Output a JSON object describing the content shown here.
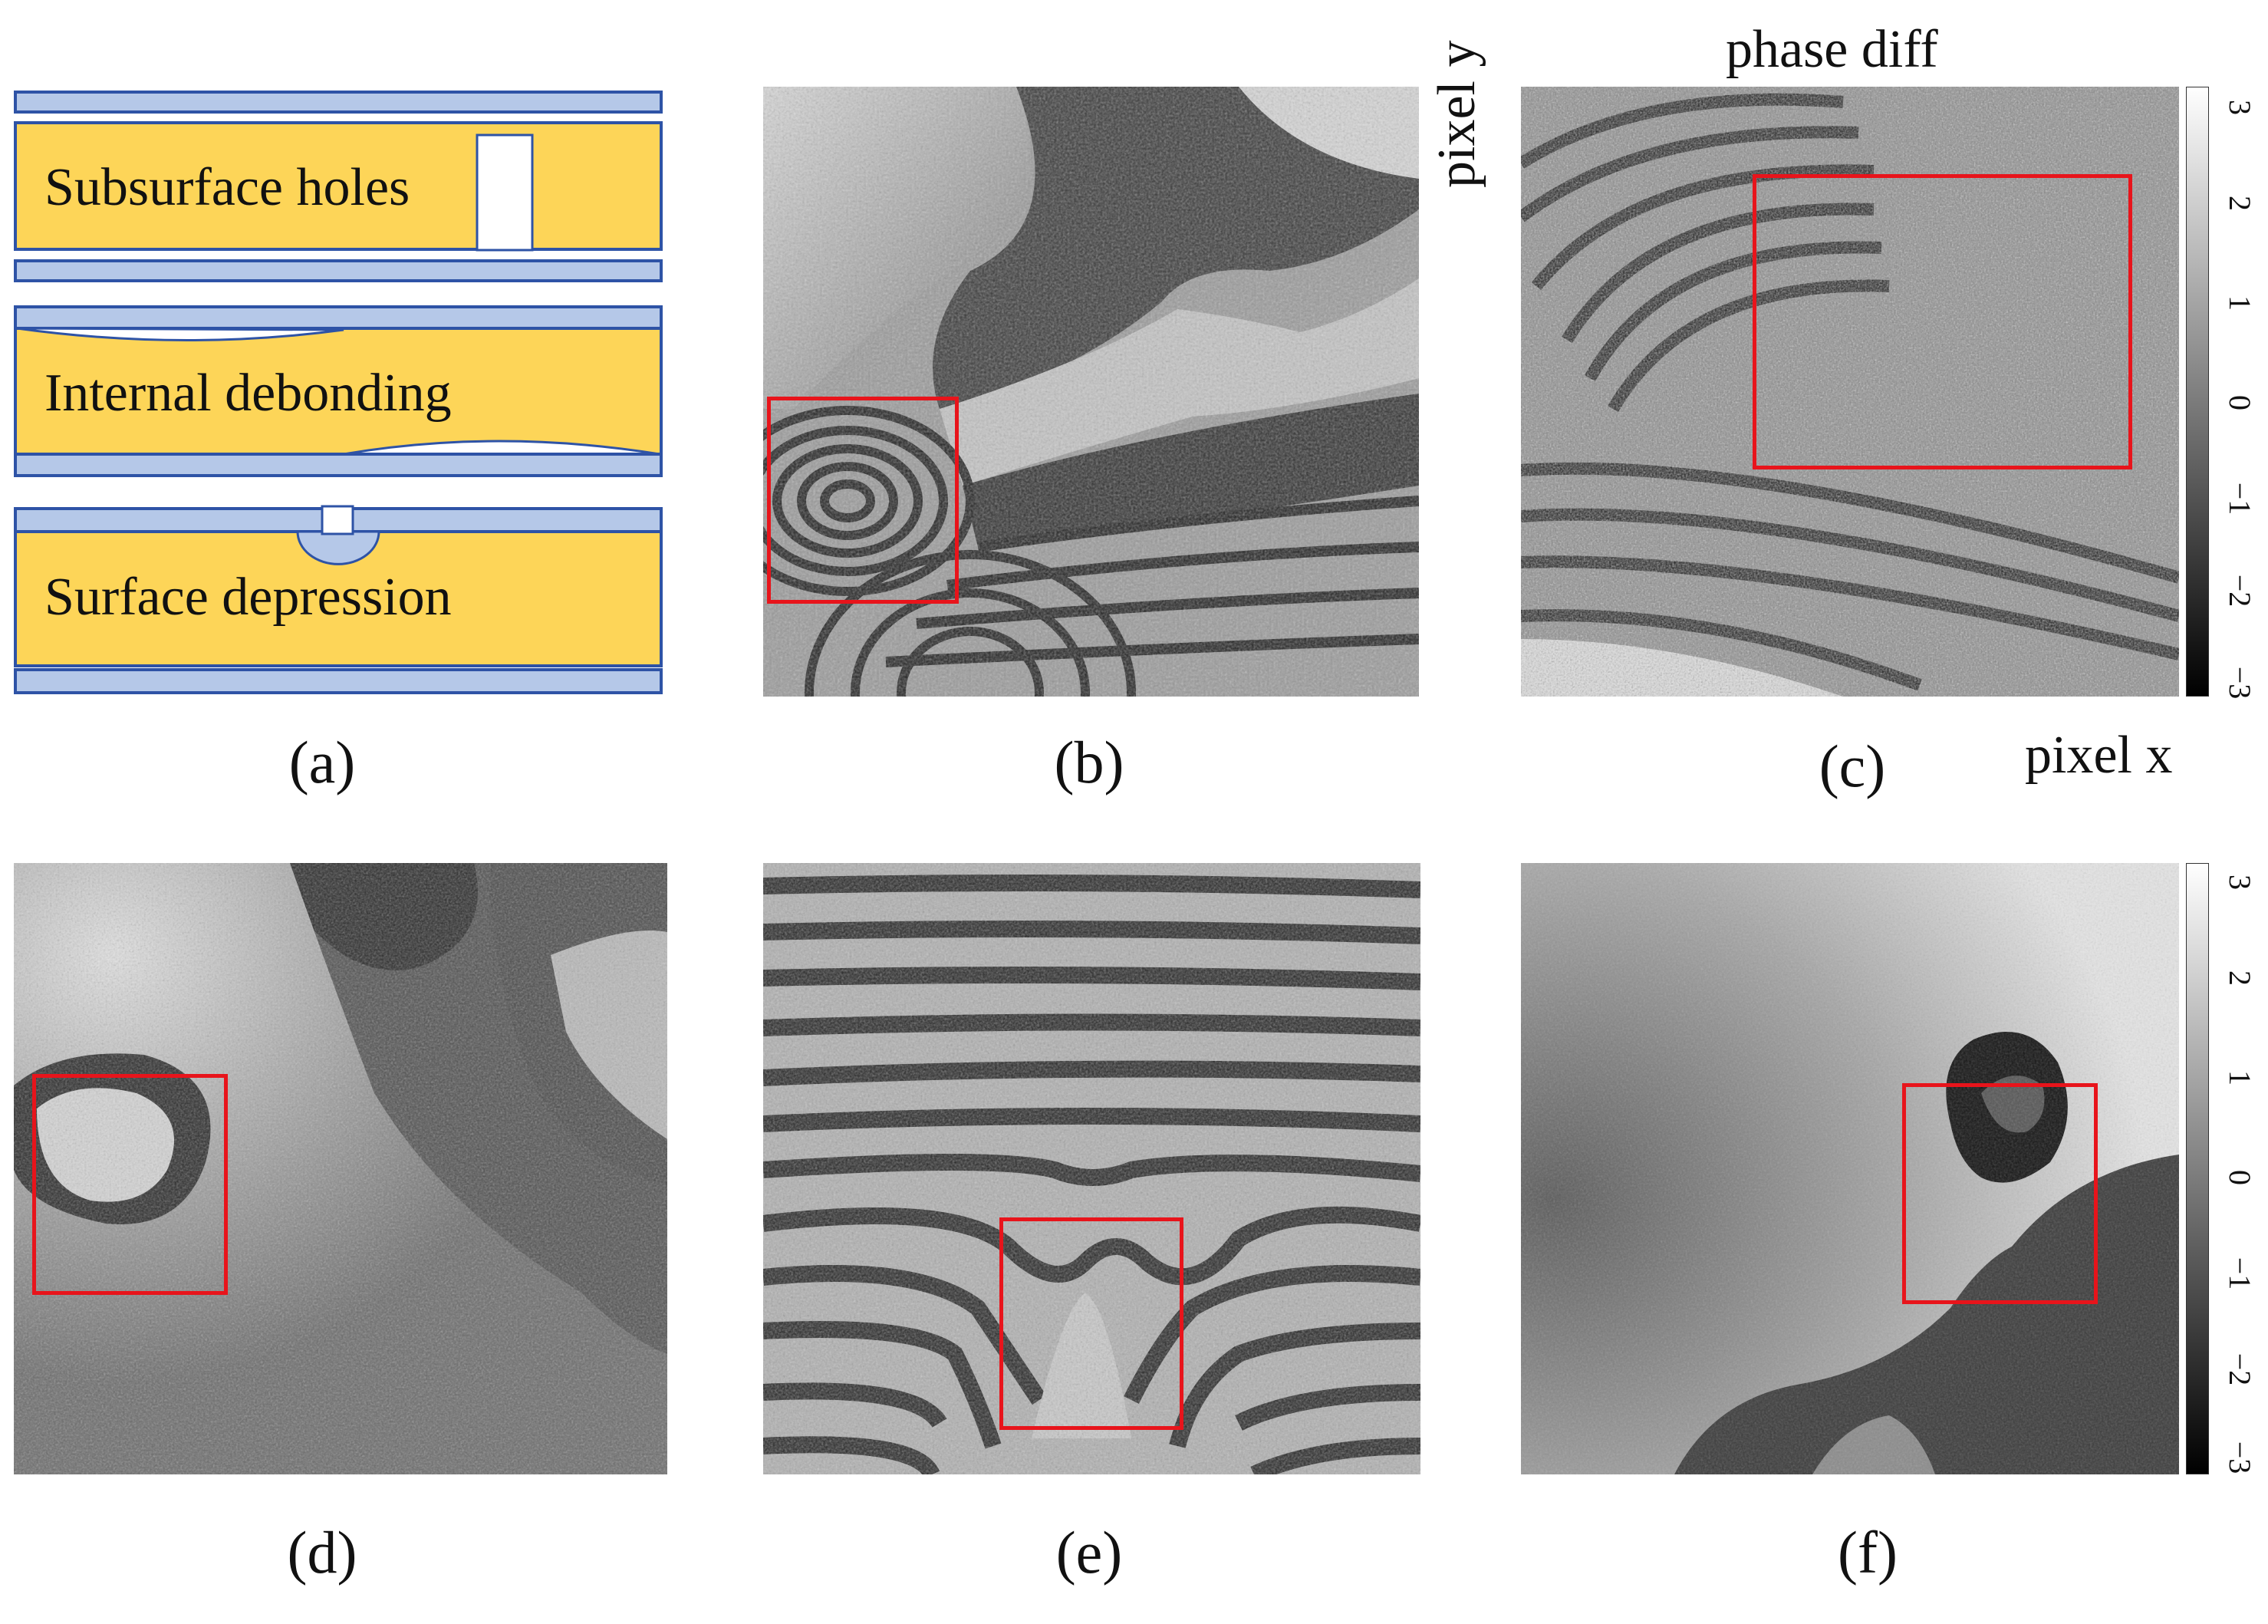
{
  "panel_a": {
    "label": "(a)",
    "rows": [
      {
        "text": "Subsurface holes"
      },
      {
        "text": "Internal debonding"
      },
      {
        "text": "Surface depression"
      }
    ],
    "colors": {
      "core": "#fdd558",
      "skin": "#b5c8e8",
      "outline": "#2e53a6"
    }
  },
  "panel_b": {
    "label": "(b)"
  },
  "panel_c": {
    "label": "(c)",
    "title": "phase diff",
    "xlabel": "pixel x",
    "ylabel": "pixel y",
    "colorbar_ticks": [
      "3",
      "2",
      "1",
      "0",
      "−1",
      "−2",
      "−3"
    ]
  },
  "panel_d": {
    "label": "(d)"
  },
  "panel_e": {
    "label": "(e)"
  },
  "panel_f": {
    "label": "(f)",
    "colorbar_ticks": [
      "3",
      "2",
      "1",
      "0",
      "−1",
      "−2",
      "−3"
    ]
  },
  "highlight_color": "#e8141b"
}
